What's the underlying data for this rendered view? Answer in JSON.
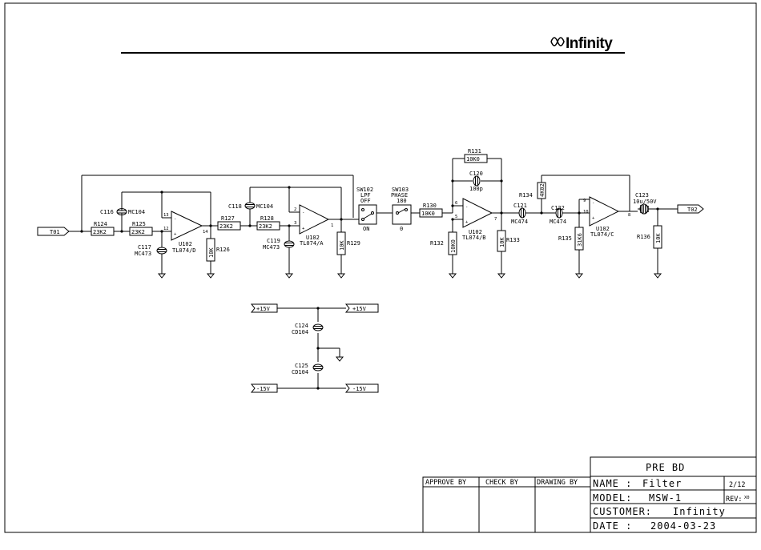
{
  "brand": {
    "logo_text": "Infinity"
  },
  "connectors": {
    "input": "T01",
    "output": "T02"
  },
  "resistors": [
    {
      "ref": "R124",
      "value": "23K2"
    },
    {
      "ref": "R125",
      "value": "23K2"
    },
    {
      "ref": "R126",
      "value": "10K"
    },
    {
      "ref": "R127",
      "value": "23K2"
    },
    {
      "ref": "R128",
      "value": "23K2"
    },
    {
      "ref": "R129",
      "value": "10K"
    },
    {
      "ref": "R130",
      "value": "10K0"
    },
    {
      "ref": "R131",
      "value": "10K0"
    },
    {
      "ref": "R132",
      "value": "10K0"
    },
    {
      "ref": "R133",
      "value": "10K"
    },
    {
      "ref": "R134",
      "value": "4K02"
    },
    {
      "ref": "R135",
      "value": "31K6"
    },
    {
      "ref": "R136",
      "value": "10K"
    }
  ],
  "capacitors": [
    {
      "ref": "C116",
      "value": "MC104"
    },
    {
      "ref": "C117",
      "value": "MC473"
    },
    {
      "ref": "C118",
      "value": "MC104"
    },
    {
      "ref": "C119",
      "value": "MC473"
    },
    {
      "ref": "C120",
      "value": "100p"
    },
    {
      "ref": "C121",
      "value": "MC474"
    },
    {
      "ref": "C122",
      "value": "MC474"
    },
    {
      "ref": "C123",
      "value": "10u/50V"
    },
    {
      "ref": "C124",
      "value": "CD104"
    },
    {
      "ref": "C125",
      "value": "CD104"
    }
  ],
  "opamps": [
    {
      "ref": "U102",
      "part": "TL074/D"
    },
    {
      "ref": "U102",
      "part": "TL074/A"
    },
    {
      "ref": "U102",
      "part": "TL074/B"
    },
    {
      "ref": "U102",
      "part": "TL074/C"
    }
  ],
  "switches": [
    {
      "ref": "SW102",
      "title": "LPF",
      "pos_a": "OFF",
      "pos_b": "ON"
    },
    {
      "ref": "SW103",
      "title": "PHASE",
      "pos_a": "180",
      "pos_b": "0"
    }
  ],
  "pins": {
    "u1_in_neg": "13",
    "u1_in_pos": "12",
    "u1_out": "14",
    "u2_in_neg": "2",
    "u2_in_pos": "3",
    "u2_out": "1",
    "u3_in_neg": "6",
    "u3_in_pos": "5",
    "u3_out": "7",
    "u4_in_neg": "9",
    "u4_in_pos": "10",
    "u4_out": "8"
  },
  "power": {
    "pos": "+15V",
    "neg": "-15V"
  },
  "title_block": {
    "title": "PRE BD",
    "approve_by": "APPROVE BY",
    "check_by": "CHECK BY",
    "drawing_by": "DRAWING BY",
    "name_label": "NAME :",
    "name_value": "Filter",
    "sheet": "2/12",
    "model_label": "MODEL:",
    "model_value": "MSW-1",
    "rev_label": "REV:",
    "rev_value": "X0",
    "customer_label": "CUSTOMER:",
    "customer_value": "Infinity",
    "date_label": "DATE :",
    "date_value": "2004-03-23"
  }
}
